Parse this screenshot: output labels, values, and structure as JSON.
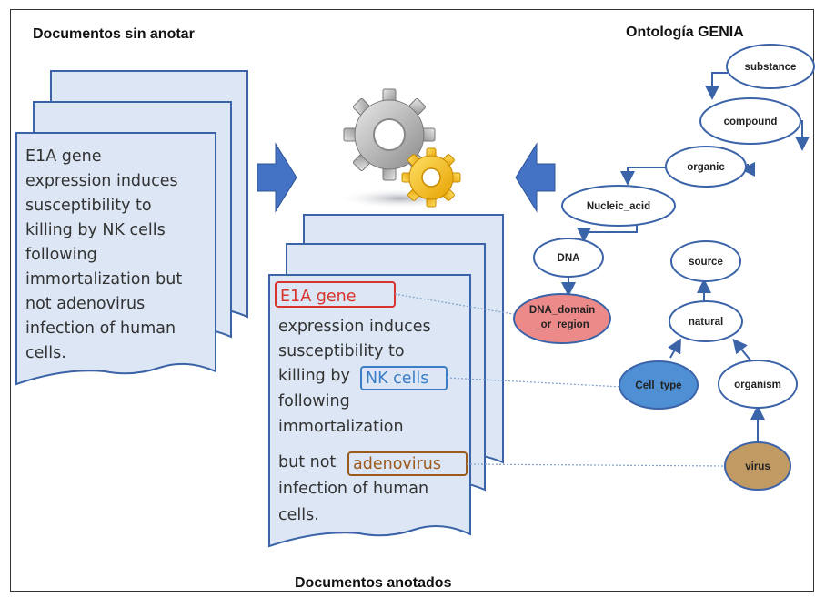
{
  "headers": {
    "unannotated": "Documentos sin anotar",
    "ontology": "Ontología GENIA",
    "annotated": "Documentos anotados"
  },
  "left_doc_lines": [
    "E1A gene",
    "expression  induces",
    "susceptibility to",
    "killing by NK cells",
    "following",
    "immortalization but",
    "not adenovirus",
    "infection of human",
    "cells."
  ],
  "annotated_doc": {
    "highlight_e1a": "E1A gene",
    "line_2": "expression  induces",
    "line_3": "susceptibility to",
    "line_4_prefix": "killing by",
    "highlight_nk": "NK cells",
    "line_5": "following",
    "line_6": "immortalization",
    "line_7_prefix": "but not",
    "highlight_adeno": "adenovirus",
    "line_8": "infection of human",
    "line_9": "cells."
  },
  "ontology_nodes": {
    "substance": "substance",
    "compound": "compound",
    "organic": "organic",
    "nucleic_acid": "Nucleic_acid",
    "dna": "DNA",
    "dna_domain_line1": "DNA_domain",
    "dna_domain_line2": "_or_region",
    "source": "source",
    "natural": "natural",
    "cell_type": "Cell_type",
    "organism": "organism",
    "virus": "virus"
  },
  "colors": {
    "page_fill": "#dce6f4",
    "page_stroke": "#3b63a8",
    "arrow": "#4472c4",
    "e1a_highlight": "#d9342b",
    "nk_highlight": "#3b7ec6",
    "adeno_highlight": "#9c5a1c",
    "dna_domain_fill": "#ec8a8a",
    "cell_type_fill": "#4f8fd4",
    "virus_fill": "#c19a63"
  },
  "icons": [
    "gears-icon",
    "arrow-right-icon",
    "arrow-left-icon"
  ]
}
